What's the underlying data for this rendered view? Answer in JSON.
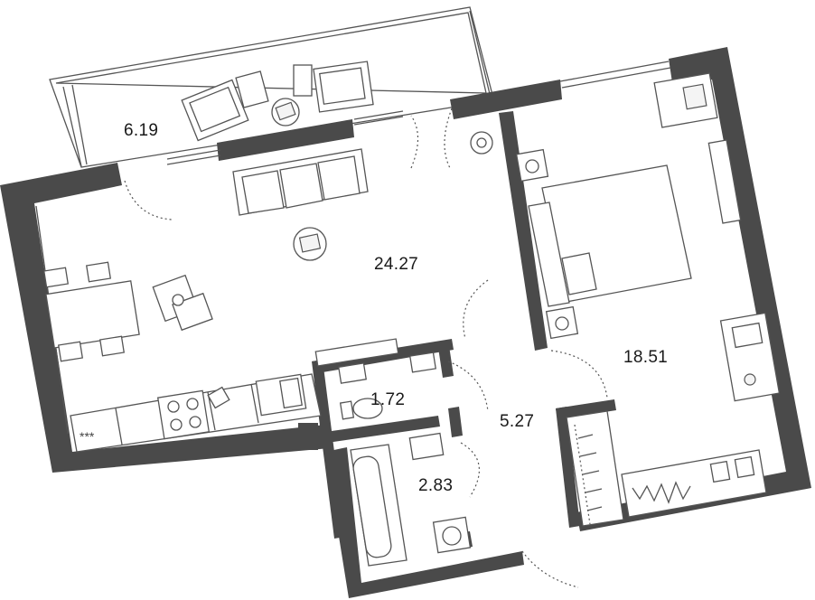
{
  "rooms": {
    "balcony": {
      "area": "6.19"
    },
    "living_kitchen": {
      "area": "24.27"
    },
    "bedroom": {
      "area": "18.51"
    },
    "toilet": {
      "area": "1.72"
    },
    "hallway": {
      "area": "5.27"
    },
    "bathroom": {
      "area": "2.83"
    }
  },
  "icons": {
    "stove_burners": "circle",
    "hob_indicator": "***"
  },
  "colors": {
    "wall": "#4a4a4a",
    "line": "#555555",
    "background": "#ffffff"
  }
}
